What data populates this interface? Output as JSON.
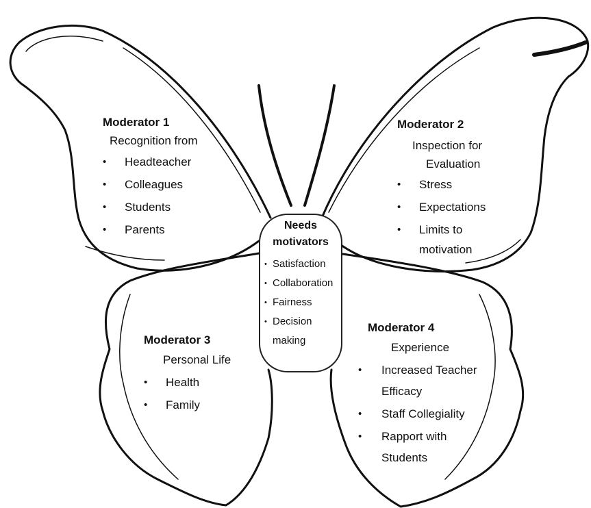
{
  "moderator1": {
    "title": "Moderator 1",
    "subtitle": "Recognition from",
    "items": [
      "Headteacher",
      "Colleagues",
      "Students",
      "Parents"
    ]
  },
  "moderator2": {
    "title": "Moderator 2",
    "subtitle_lines": [
      "Inspection for",
      "Evaluation"
    ],
    "items": [
      "Stress",
      "Expectations",
      "Limits to",
      "motivation"
    ]
  },
  "moderator3": {
    "title": "Moderator 3",
    "subtitle": "Personal Life",
    "items": [
      "Health",
      "Family"
    ]
  },
  "moderator4": {
    "title": "Moderator 4",
    "subtitle": "Experience",
    "items": [
      "Increased Teacher",
      "Efficacy",
      "Staff Collegiality",
      "Rapport with",
      "Students"
    ]
  },
  "center": {
    "title_lines": [
      "Needs",
      "motivators"
    ],
    "items": [
      "Satisfaction",
      "Collaboration",
      "Fairness",
      "Decision",
      "making"
    ]
  },
  "bullet_glyph": "•"
}
